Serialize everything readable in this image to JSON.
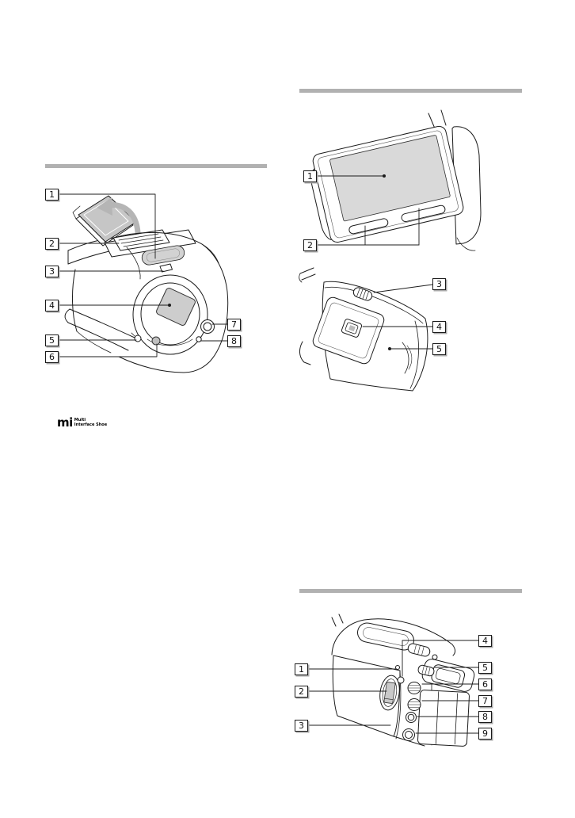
{
  "colors": {
    "divider": "#b1b1b1",
    "line": "#1c1c1c",
    "screen_fill": "#d9d9d9",
    "flap_fill": "#c6c6c6",
    "arrow_fill": "#b5b5b5",
    "lens_fill": "#cdcdcd",
    "pad_fill": "#d2d2d2",
    "card_fill": "#c9c9c9",
    "callout_shadow": "#a9a9a9"
  },
  "logo": {
    "symbol": "mi",
    "line1": "Multi",
    "line2": "Interface Shoe"
  },
  "diagrams": {
    "front": {
      "callouts": [
        "1",
        "2",
        "3",
        "4",
        "5",
        "6",
        "7",
        "8"
      ]
    },
    "lcd": {
      "callouts": [
        "1",
        "2"
      ]
    },
    "side": {
      "callouts": [
        "3",
        "4",
        "5"
      ]
    },
    "rear": {
      "callouts": [
        "1",
        "2",
        "3",
        "4",
        "5",
        "6",
        "7",
        "8",
        "9"
      ]
    }
  }
}
